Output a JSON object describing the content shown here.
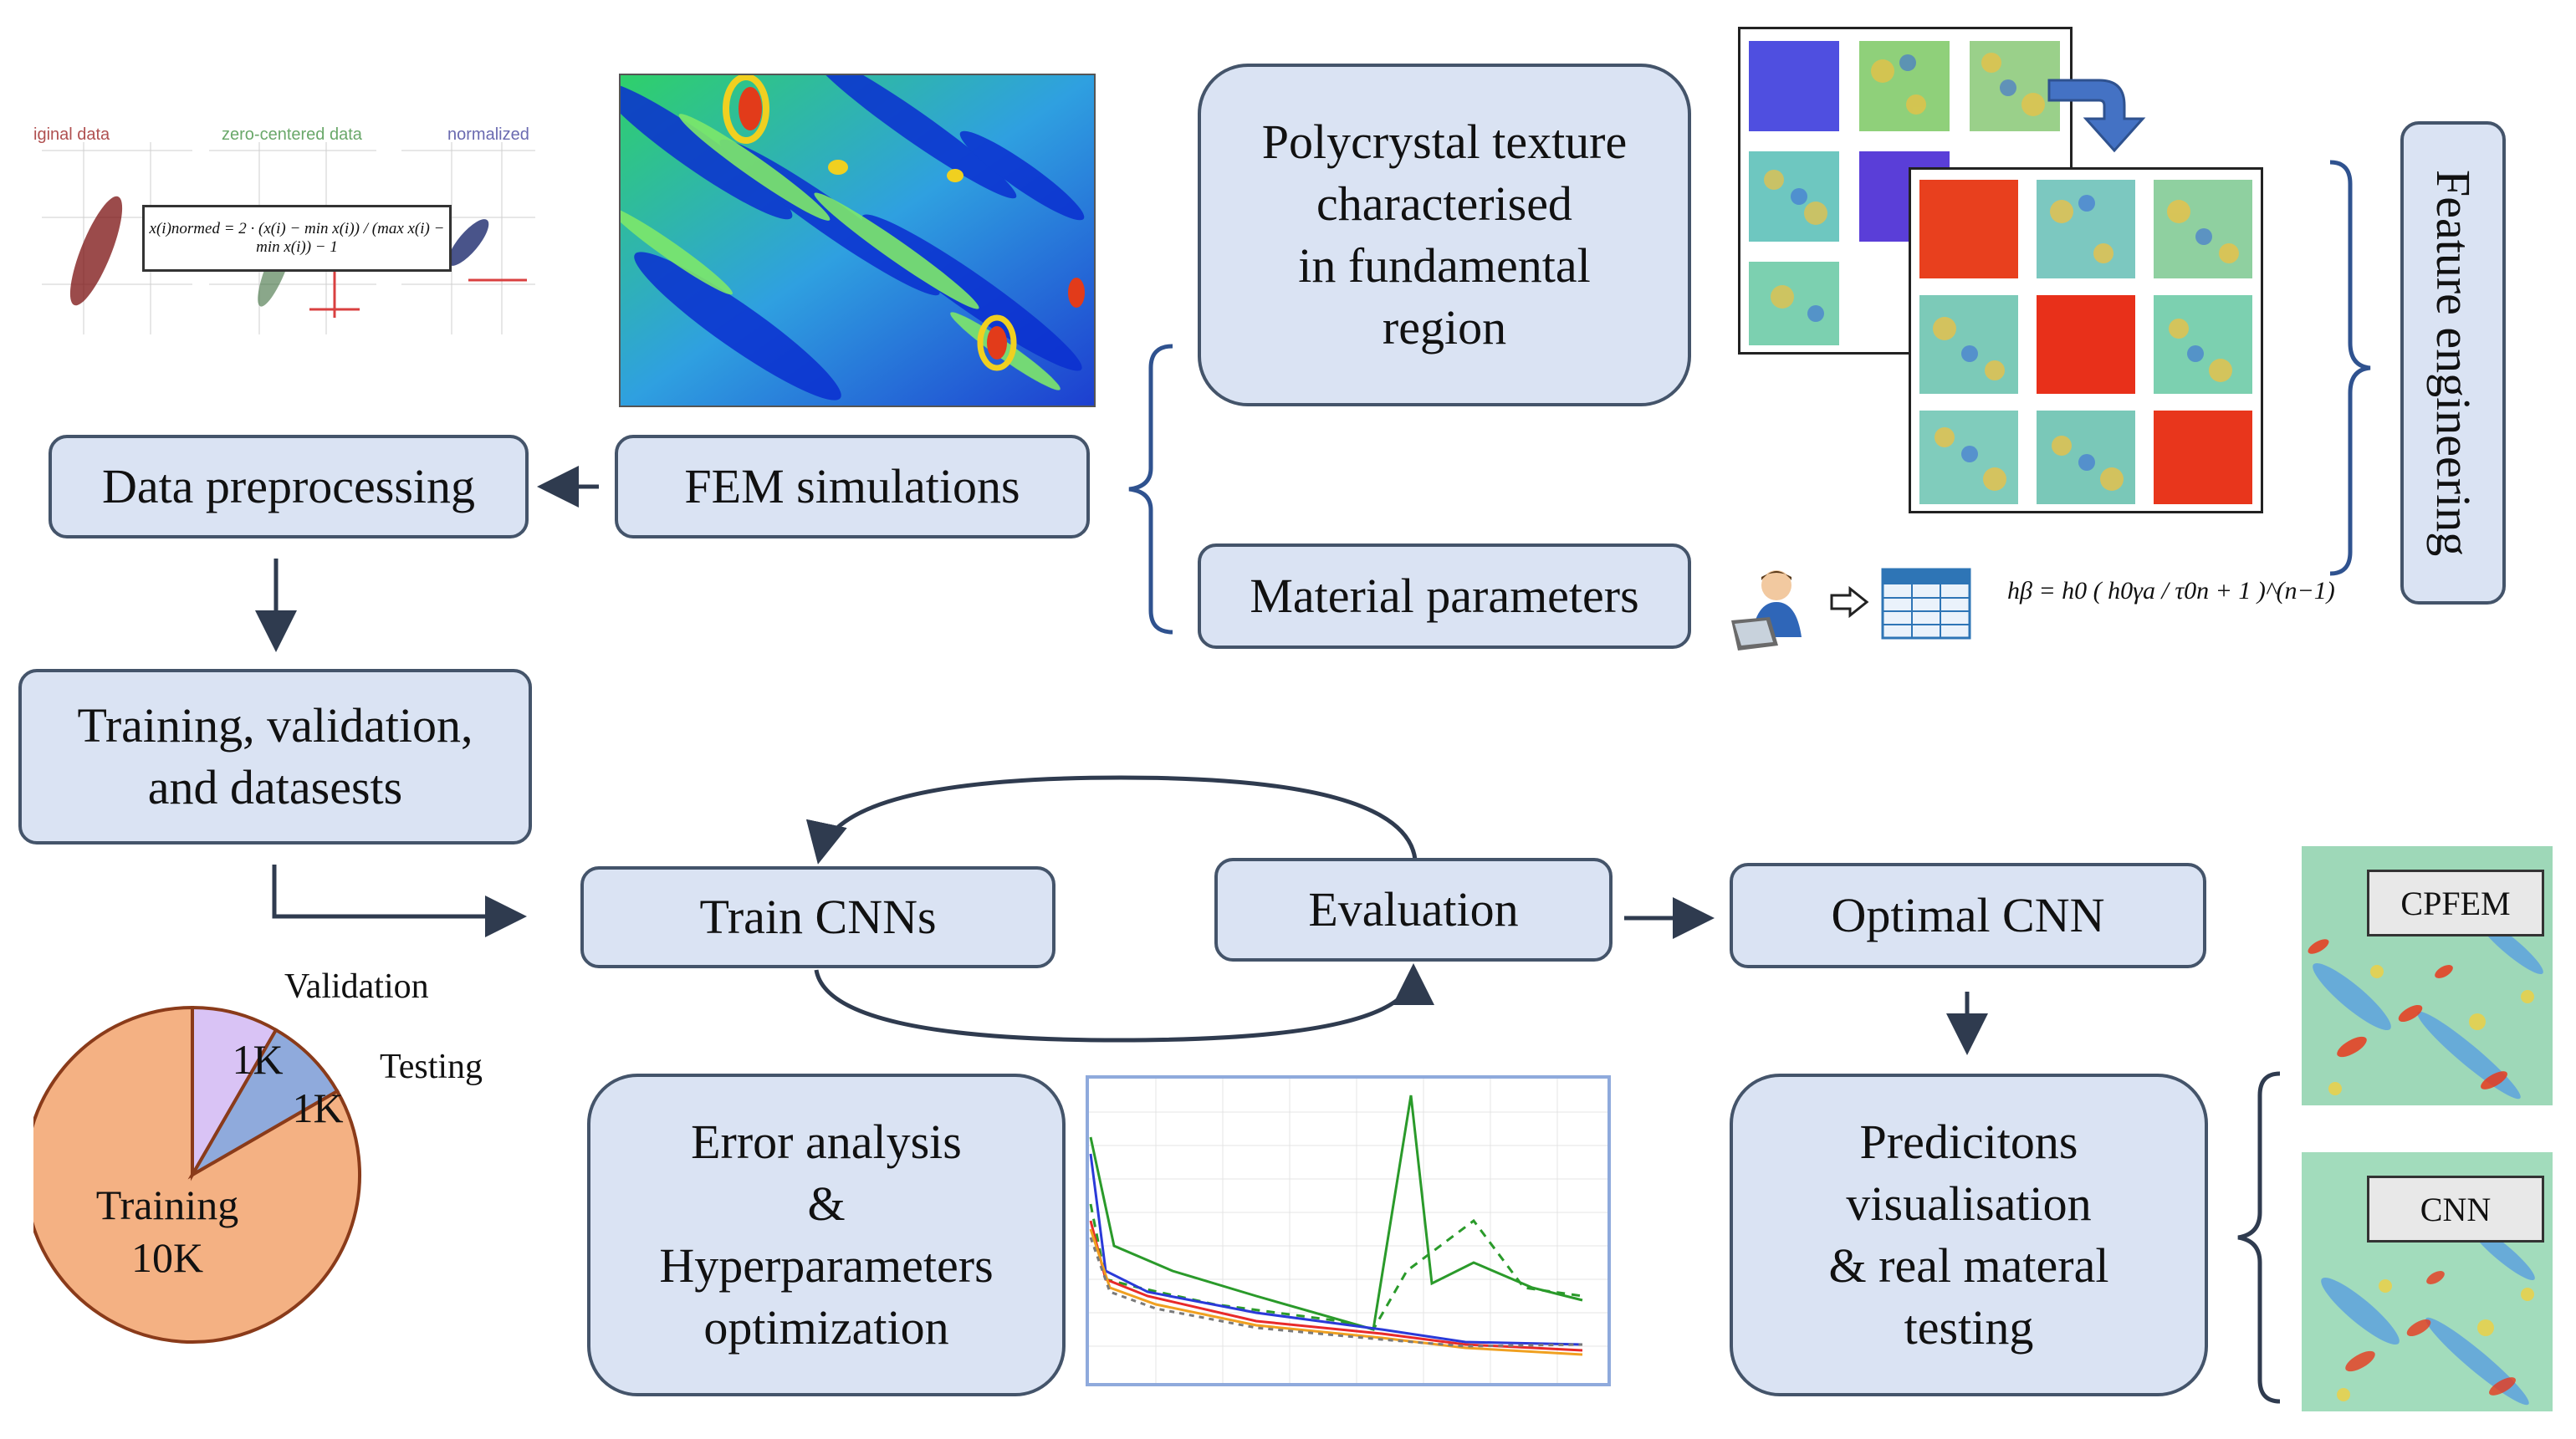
{
  "boxes": {
    "data_preprocessing": "Data preprocessing",
    "fem_simulations": "FEM simulations",
    "polycrystal": [
      "Polycrystal texture",
      "characterised",
      "in fundamental",
      "region"
    ],
    "material_parameters": "Material parameters",
    "training": [
      "Training, validation,",
      "and datasests"
    ],
    "train_cnns": "Train CNNs",
    "evaluation": "Evaluation",
    "optimal_cnn": "Optimal CNN",
    "error_analysis": [
      "Error analysis",
      "&",
      "Hyperparameters",
      "optimization"
    ],
    "predictions": [
      "Predicitons",
      "visualisation",
      "& real materal",
      "testing"
    ],
    "feature_engineering": "Feature engineering"
  },
  "normalization_panel": {
    "panel_titles": [
      "iginal data",
      "zero-centered data",
      "normalized"
    ],
    "formula": "x(i)normed = 2 · (x(i) − min x(i)) / (max x(i) − min x(i)) − 1"
  },
  "hardening_formula": "hβ = h0 ( h0γa / τ0n + 1 )^(n−1)",
  "pie": {
    "slices": [
      {
        "label": "Training",
        "value_label": "10K",
        "value": 10,
        "color": "#f4b183"
      },
      {
        "label": "Validation",
        "value_label": "1K",
        "value": 1,
        "color": "#d9c3f5"
      },
      {
        "label": "Testing",
        "value_label": "1K",
        "value": 1,
        "color": "#8faadc"
      }
    ]
  },
  "field_labels": {
    "cpfem": "CPFEM",
    "cnn": "CNN"
  },
  "icons": [
    "user-laptop-icon",
    "hollow-arrow-icon",
    "table-icon",
    "curved-arrow-icon"
  ],
  "colors": {
    "box_fill": "#dae3f3",
    "box_border": "#44546a",
    "arrow": "#2f3b4f",
    "accent_blue": "#4472c4"
  }
}
